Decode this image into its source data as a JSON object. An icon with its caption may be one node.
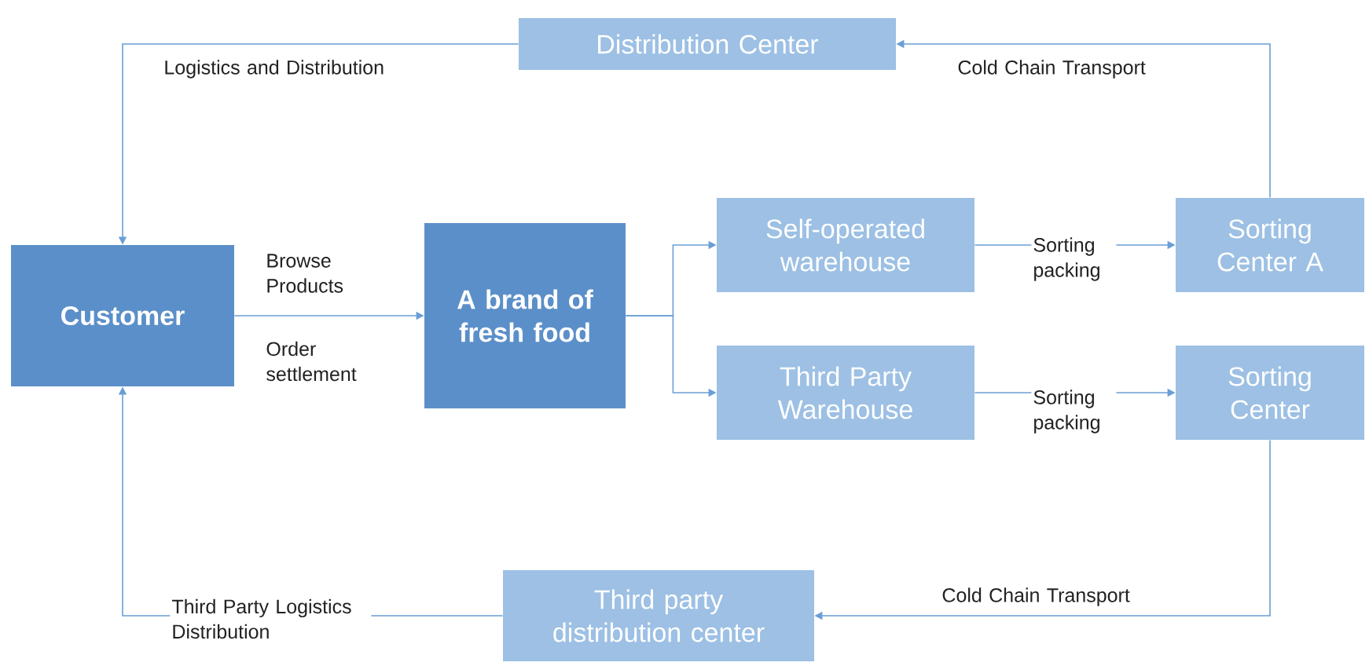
{
  "diagram": {
    "nodes": [
      {
        "text": [
          "Distribution Center"
        ]
      },
      {
        "text": [
          "Customer"
        ]
      },
      {
        "text": [
          "A brand of fresh food"
        ]
      },
      {
        "text": [
          "Self-operated warehouse"
        ]
      },
      {
        "text": [
          "Sorting Center A"
        ]
      },
      {
        "text": [
          "Third Party Warehouse"
        ]
      },
      {
        "text": [
          "Sorting Center"
        ]
      },
      {
        "text": [
          "Third party distribution center"
        ]
      }
    ],
    "edges": [
      {
        "from": 1,
        "to": 2,
        "arrow": "to",
        "label": "Browse Products"
      },
      {
        "from": 2,
        "to": 3,
        "arrow": "to"
      },
      {
        "from": 2,
        "to": 5,
        "arrow": "to"
      },
      {
        "from": 3,
        "to": 4,
        "arrow": "to",
        "label": "Sorting packing"
      },
      {
        "from": 5,
        "to": 6,
        "arrow": "to",
        "label": "Sorting packing"
      },
      {
        "from": 4,
        "to": 0,
        "arrow": "to",
        "label": "Cold Chain Transport"
      },
      {
        "from": 0,
        "to": 1,
        "arrow": "to",
        "label": "Logistics and Distribution"
      },
      {
        "from": 6,
        "to": 7,
        "arrow": "to",
        "label": "Cold Chain Transport"
      },
      {
        "from": 7,
        "to": 1,
        "arrow": "to",
        "label": "Third Party Logistics Distribution"
      }
    ],
    "labels": [
      "Order settlement"
    ]
  }
}
